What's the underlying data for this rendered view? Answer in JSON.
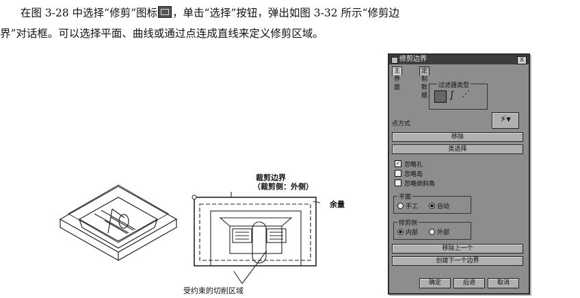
{
  "paragraph": {
    "line1_before": "在图 3-28 中选择“修剪”图标",
    "line1_after": "，单击“选择”按钮，弹出如图 3-32 所示“修剪边",
    "line2": "界”对话框。可以选择平面、曲线或通过点连成直线来定义修剪区域。"
  },
  "figure": {
    "label_boundary": "裁剪边界",
    "label_side": "（裁剪侧：外侧）",
    "label_margin": "余量",
    "label_region": "受约束的切削区域"
  },
  "dialog": {
    "title": "修剪边界",
    "close": "X",
    "tabs": [
      "主界面",
      "定制数据"
    ],
    "filter_label": "过滤器类型",
    "point_method_label": "点方式",
    "btn_remove": "移除",
    "btn_deselect": "类选择",
    "checks": [
      {
        "label": "忽略孔",
        "checked": true
      },
      {
        "label": "忽略岛",
        "checked": false
      },
      {
        "label": "忽略倒斜角",
        "checked": false
      }
    ],
    "plane_label": "平面",
    "plane_options": [
      "手工",
      "自动"
    ],
    "plane_selected": 1,
    "trim_side_label": "修剪侧",
    "trim_side_options": [
      "内部",
      "外部"
    ],
    "trim_side_selected": 0,
    "btn_edit_prev": "移除上一个",
    "btn_create_next": "创建下一个边界",
    "btn_ok": "确定",
    "btn_back": "后退",
    "btn_cancel": "取消"
  }
}
